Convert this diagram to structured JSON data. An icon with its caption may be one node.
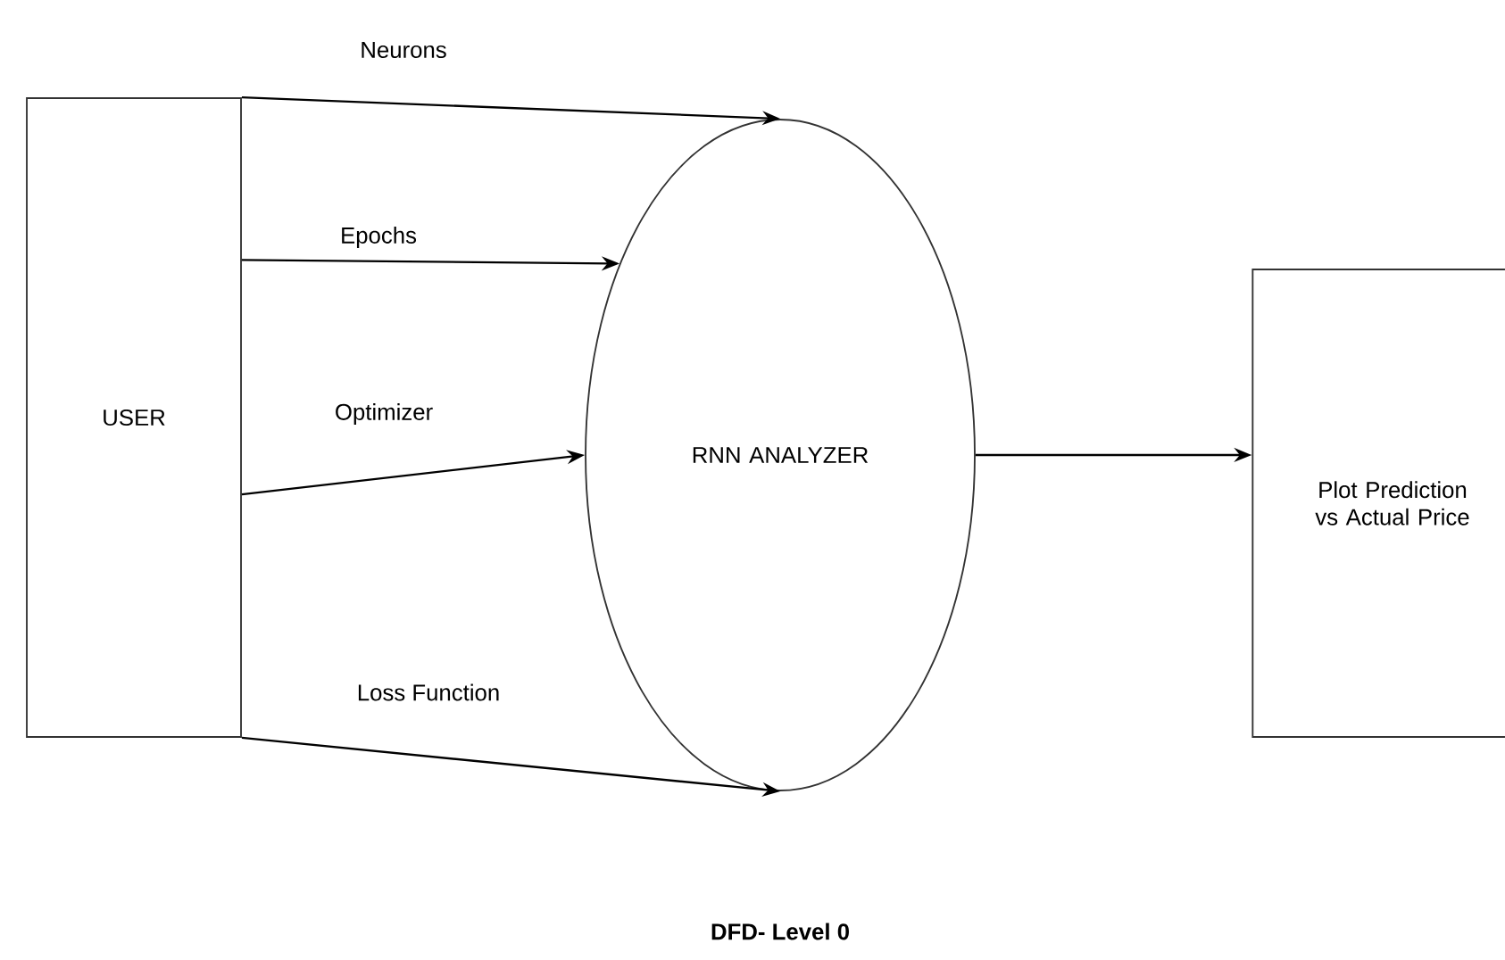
{
  "diagram": {
    "caption": "DFD- Level 0",
    "nodes": [
      {
        "text": [
          "USER"
        ]
      },
      {
        "text": [
          "RNN ANALYZER"
        ]
      },
      {
        "text": [
          "Plot Prediction vs Actual Price"
        ]
      }
    ],
    "edges": [
      {
        "from": 0,
        "to": 1,
        "arrow": "to",
        "label": "Neurons"
      },
      {
        "from": 0,
        "to": 1,
        "arrow": "to",
        "label": "Epochs"
      },
      {
        "from": 0,
        "to": 1,
        "arrow": "to",
        "label": "Optimizer"
      },
      {
        "from": 0,
        "to": 1,
        "arrow": "to",
        "label": "Loss Function"
      },
      {
        "from": 1,
        "to": 2,
        "arrow": "to"
      }
    ]
  }
}
